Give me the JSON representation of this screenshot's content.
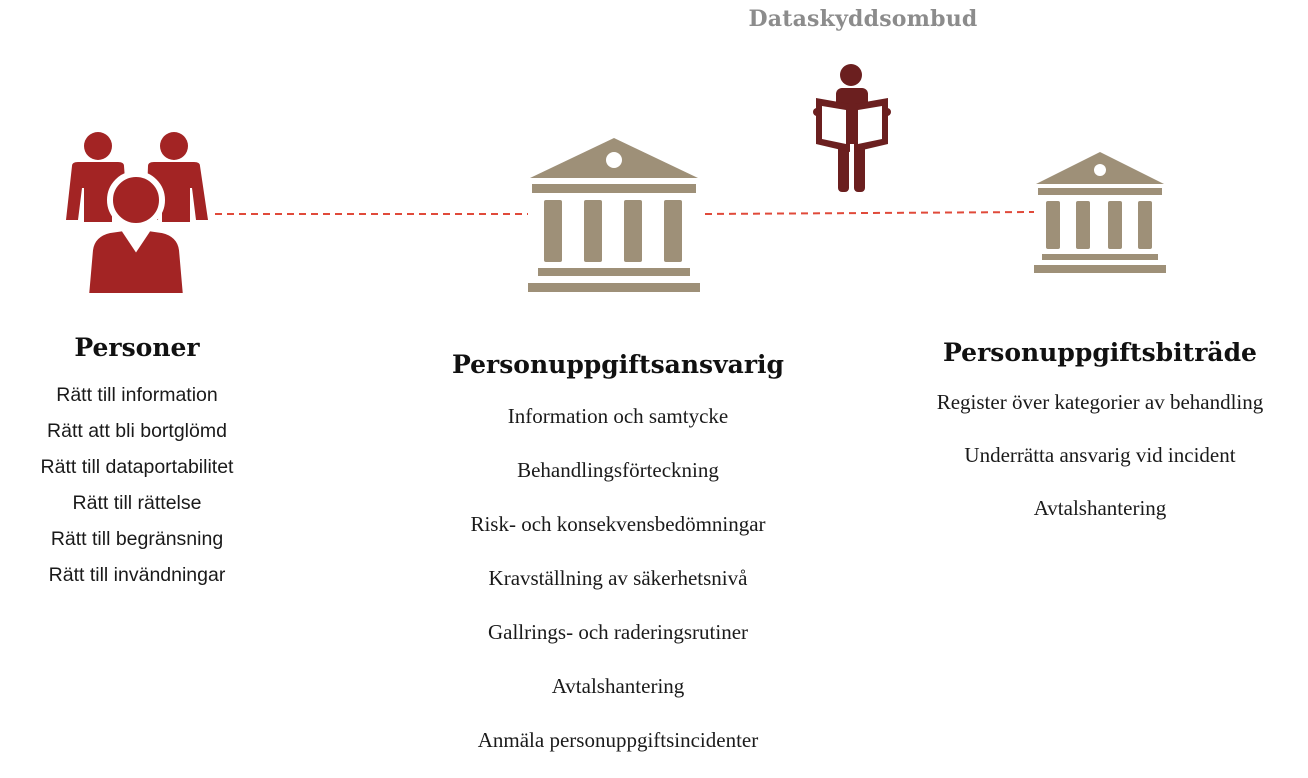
{
  "dpo": {
    "title": "Dataskyddsombud"
  },
  "persons": {
    "title": "Personer",
    "items": [
      "Rätt till information",
      "Rätt att bli bortglömd",
      "Rätt till dataportabilitet",
      "Rätt till rättelse",
      "Rätt till begränsning",
      "Rätt till invändningar"
    ]
  },
  "controller": {
    "title": "Personuppgiftsansvarig",
    "items": [
      "Information och samtycke",
      "Behandlingsförteckning",
      "Risk- och konsekvensbedömningar",
      "Kravställning av säkerhetsnivå",
      "Gallrings- och raderingsrutiner",
      "Avtalshantering",
      "Anmäla personuppgiftsincidenter"
    ]
  },
  "processor": {
    "title": "Personuppgiftsbiträde",
    "items": [
      "Register över kategorier av behandling",
      "Underrätta ansvarig vid incident",
      "Avtalshantering"
    ]
  },
  "icons": {
    "persons": "group-of-people-icon",
    "dpo": "person-reading-icon",
    "controller": "institution-building-icon",
    "processor": "institution-building-icon"
  },
  "colors": {
    "people_red": "#a32424",
    "dpo_dark_red": "#6b1f1f",
    "building_tan": "#9e9078",
    "connector_red": "#e04a3a",
    "dpo_title_gray": "#8c8c8c"
  }
}
